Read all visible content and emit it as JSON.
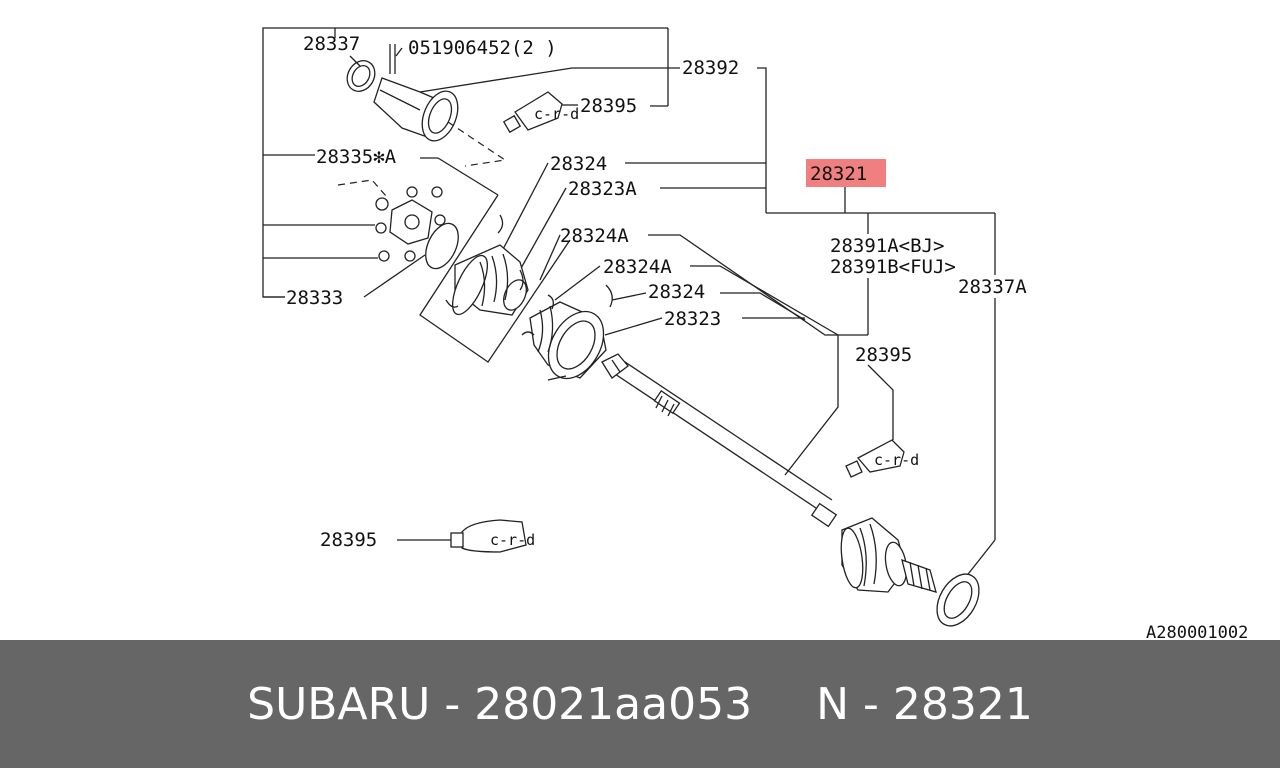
{
  "diagram": {
    "highlight_color": "#f08080",
    "labels": {
      "p28337": "28337",
      "p051906452": "051906452(2 )",
      "p28392": "28392",
      "p28395_top": "28395",
      "p28335a": "28335✻A",
      "p28324_top": "28324",
      "p28323a": "28323A",
      "p28321": "28321",
      "p28324a_1": "28324A",
      "p28324a_2": "28324A",
      "p28391a": "28391A<BJ>",
      "p28391b": "28391B<FUJ>",
      "p28337a": "28337A",
      "p28333": "28333",
      "p28324_mid": "28324",
      "p28323": "28323",
      "p28395_mid": "28395",
      "p28395_bottom": "28395"
    },
    "reference_code": "A280001002"
  },
  "footer": {
    "brand_part": "SUBARU - 28021aa053",
    "number": "N - 28321"
  }
}
